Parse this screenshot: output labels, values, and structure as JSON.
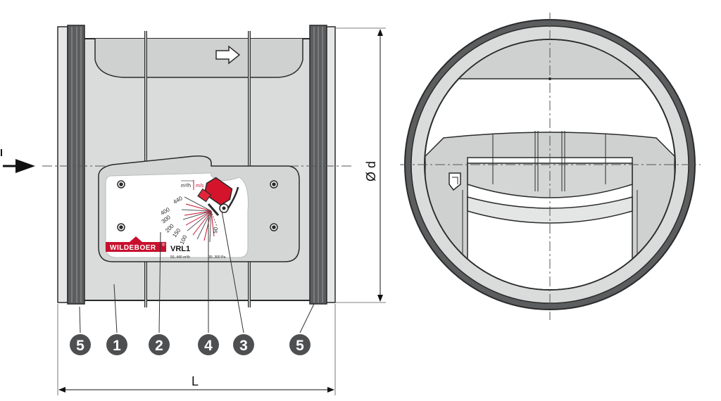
{
  "dimensions": {
    "length": "L",
    "diameter": "Ø d"
  },
  "label_plate": {
    "brand": "WILDEBOER",
    "brand_mark": "®",
    "model": "VRL1",
    "flow_range": "50..440 m³/h",
    "pressure_range": "30..300 Pa",
    "unit_flow": "m³/h",
    "unit_velocity": "m/s",
    "scale_values": [
      "440",
      "400",
      "300",
      "200",
      "150",
      "100",
      "50"
    ]
  },
  "callouts": [
    "5",
    "1",
    "2",
    "4",
    "3",
    "5"
  ],
  "colors": {
    "body": "#dadcdc",
    "outline": "#2a2a2a",
    "gasket": "#5b5d5f",
    "actuator_red": "#d4142a",
    "callout_dark": "#4d4f51",
    "brand_red": "#c8102e"
  },
  "icons": {
    "airflow": "arrow-right-icon",
    "flow_direction": "hollow-arrow-icon"
  }
}
